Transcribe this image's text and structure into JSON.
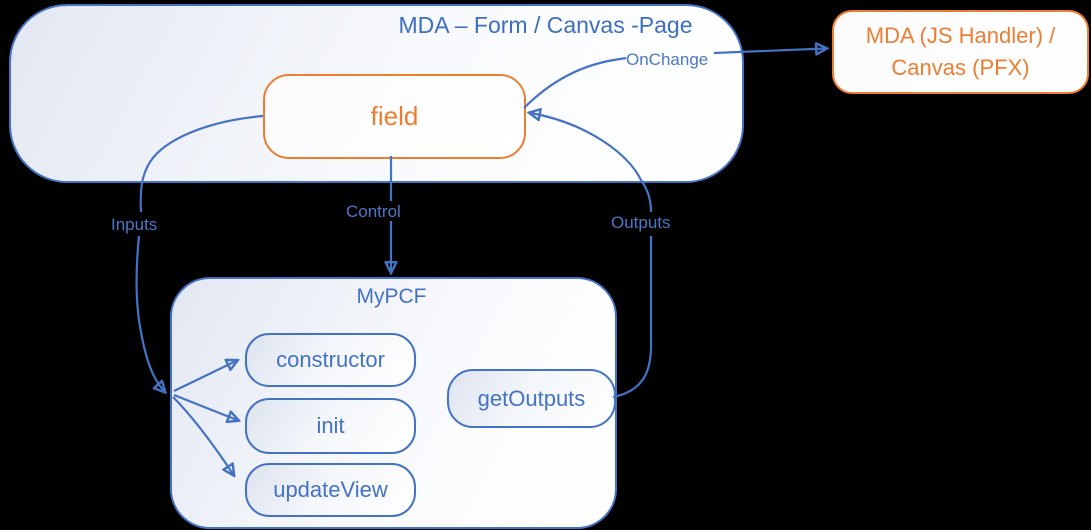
{
  "colors": {
    "background": "#000000",
    "accent_blue": "#4472C4",
    "accent_orange": "#ED7D31",
    "edge_label_blue": "#4A78C6"
  },
  "mda_page": {
    "title": "MDA – Form / Canvas -Page"
  },
  "field": {
    "label": "field"
  },
  "js_handler": {
    "line1": "MDA (JS Handler) /",
    "line2": "Canvas (PFX)"
  },
  "mypcf": {
    "title": "MyPCF",
    "methods": {
      "ctor": "constructor",
      "init": "init",
      "update_view": "updateView",
      "get_outputs": "getOutputs"
    }
  },
  "edges": {
    "onchange": "OnChange",
    "inputs": "Inputs",
    "control": "Control",
    "outputs": "Outputs"
  }
}
